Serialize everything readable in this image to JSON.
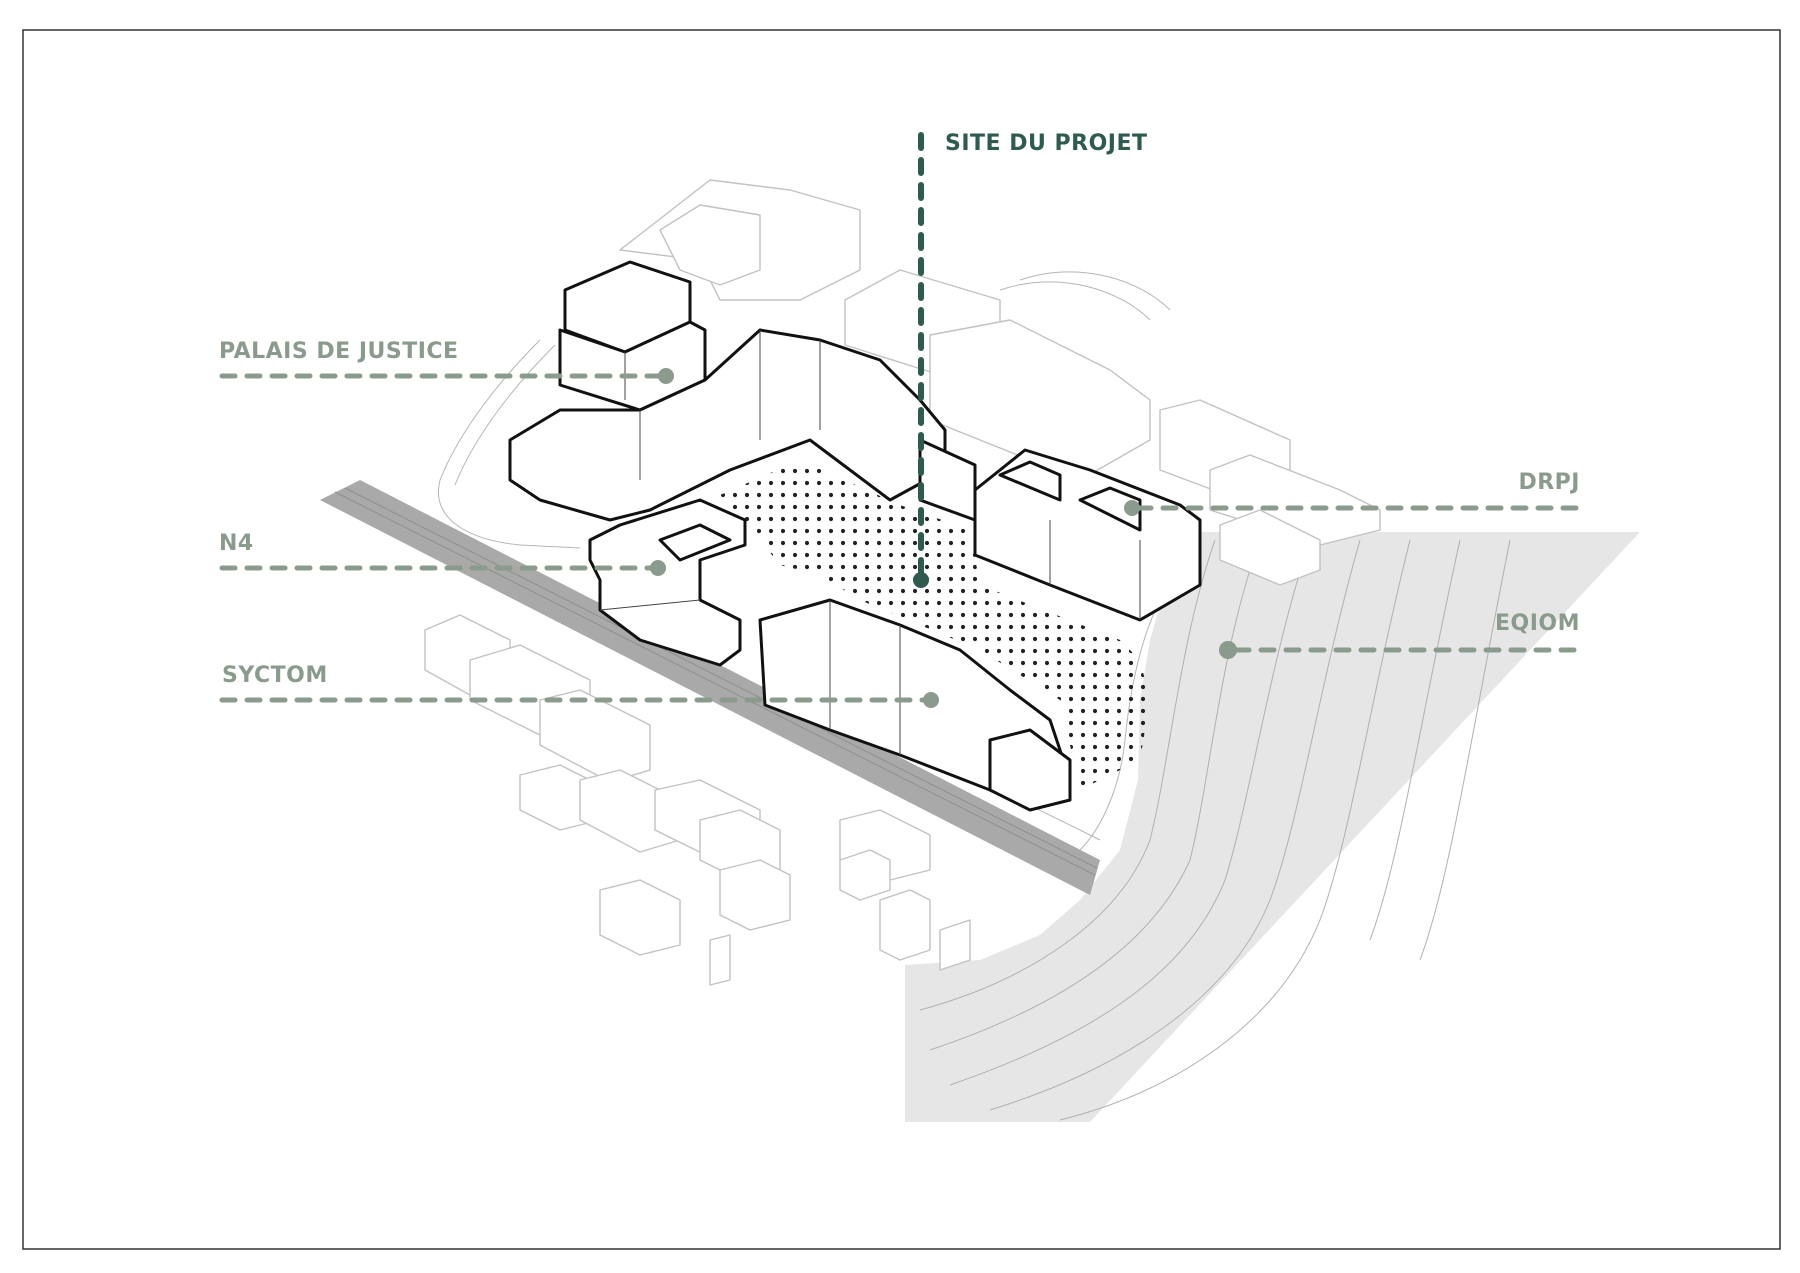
{
  "colors": {
    "label": "#8a9a8c",
    "project": "#2f5a50",
    "highlight": "#111111",
    "context": "#c4c4c4",
    "road": "#a8a8a8",
    "rail": "#e4e4e4"
  },
  "labels": {
    "site": "SITE DU PROJET",
    "palais": "PALAIS DE JUSTICE",
    "n4": "N4",
    "syctom": "SYCTOM",
    "drpj": "DRPJ",
    "eqiom": "EQIOM"
  }
}
